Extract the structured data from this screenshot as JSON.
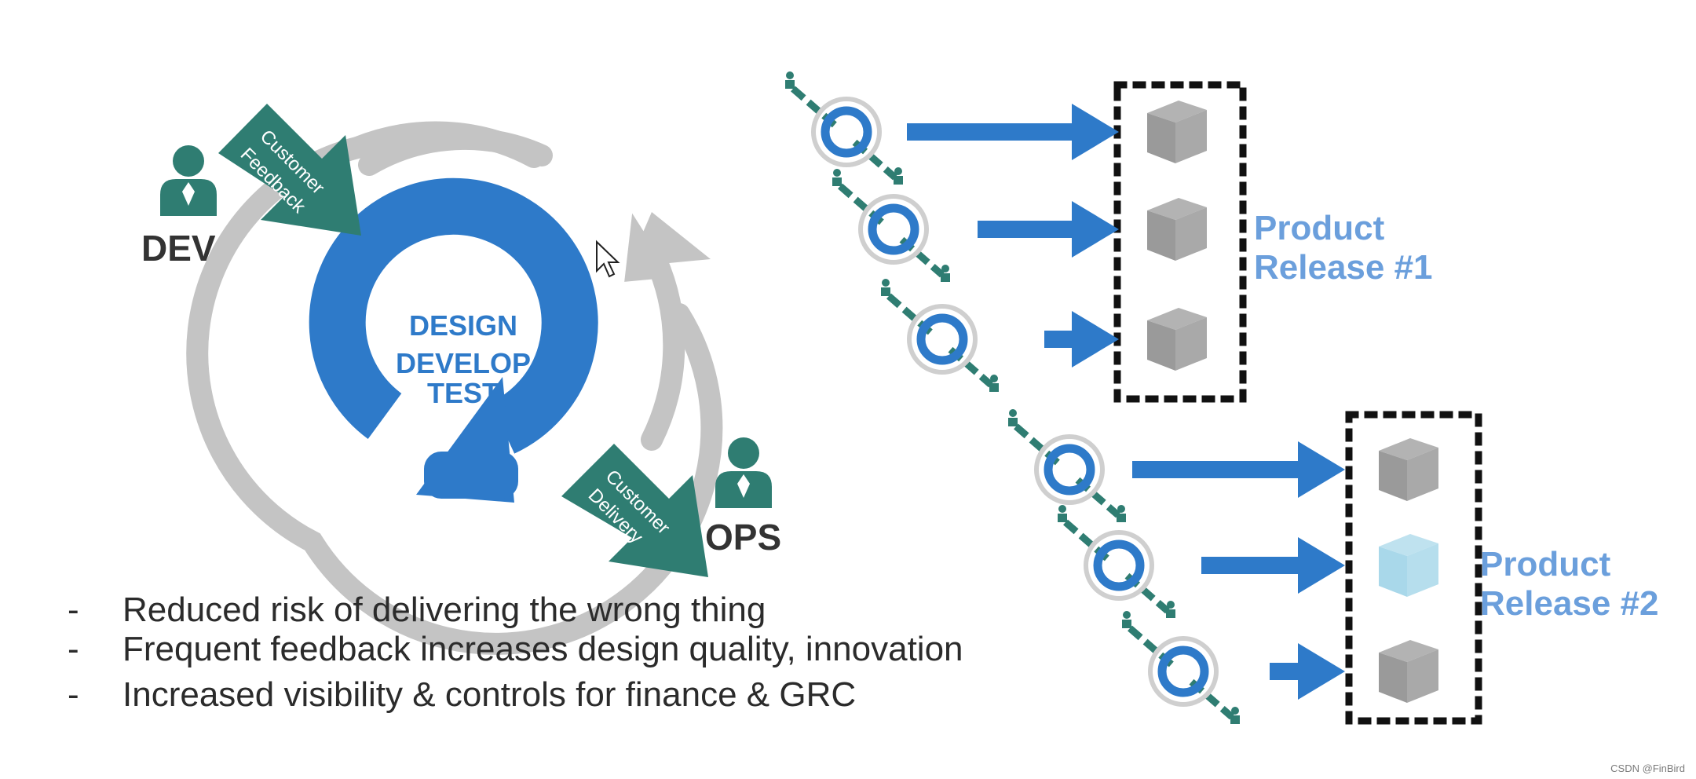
{
  "cycle": {
    "dev_label": "DEV",
    "ops_label": "OPS",
    "center_lines": [
      "DESIGN",
      "DEVELOP",
      "TEST"
    ],
    "feedback_label_lines": [
      "Customer",
      "Feedback"
    ],
    "delivery_label_lines": [
      "Customer",
      "Delivery"
    ],
    "colors": {
      "inner_cycle": "#2e7ac9",
      "outer_cycle": "#c4c4c4",
      "teal": "#2f7d72",
      "role_text": "#333333"
    }
  },
  "benefits": [
    "Reduced risk of delivering the wrong thing",
    "Frequent feedback increases design quality, innovation",
    "Increased visibility & controls for finance & GRC"
  ],
  "releases": [
    {
      "label_lines": [
        "Product",
        "Release #1"
      ],
      "items": [
        {
          "box_color": "#9a9a9a"
        },
        {
          "box_color": "#9a9a9a"
        },
        {
          "box_color": "#9a9a9a"
        }
      ]
    },
    {
      "label_lines": [
        "Product",
        "Release #2"
      ],
      "items": [
        {
          "box_color": "#9a9a9a"
        },
        {
          "box_color": "#a9d8ea"
        },
        {
          "box_color": "#9a9a9a"
        }
      ]
    }
  ],
  "colors": {
    "arrow": "#2e7ac9",
    "release_text": "#6b9fdc"
  },
  "watermark": "CSDN @FinBird"
}
